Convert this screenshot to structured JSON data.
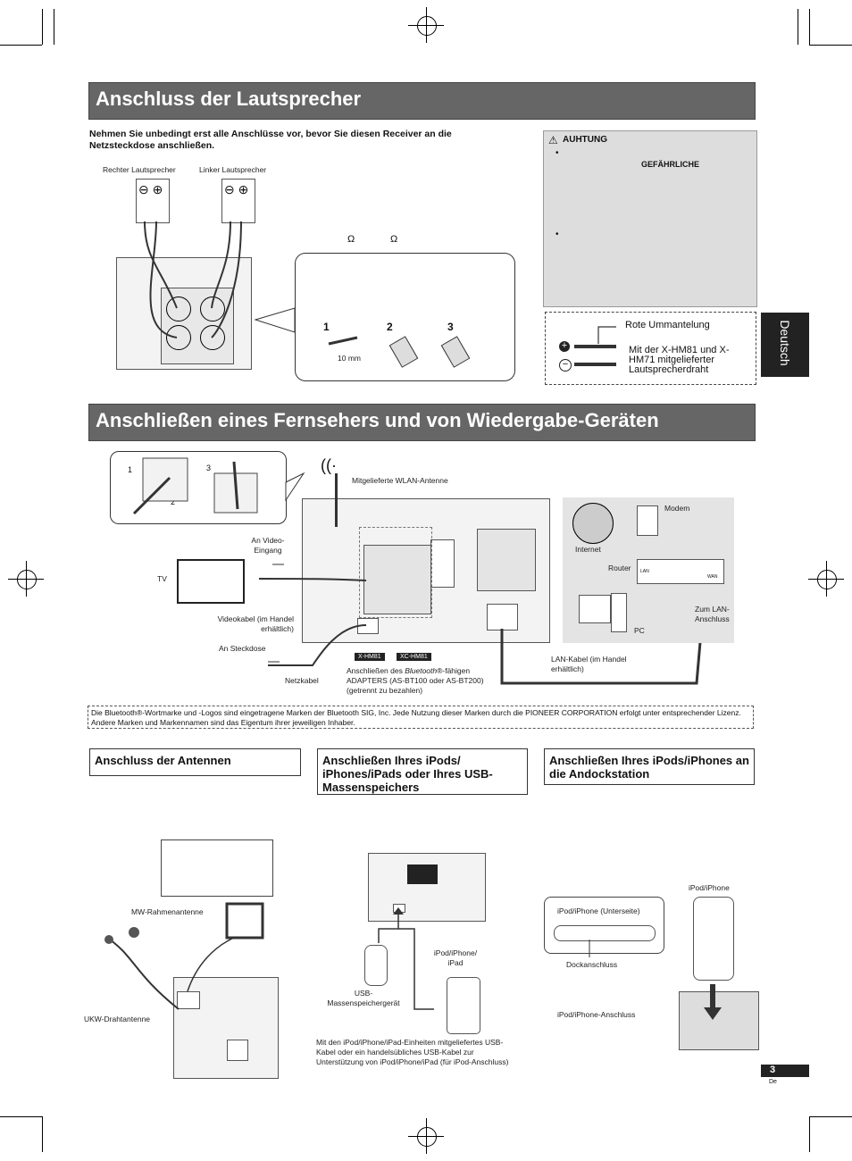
{
  "section1": {
    "title": "Anschluss der Lautsprecher",
    "intro": "Nehmen Sie unbedingt erst alle Anschlüsse vor, bevor Sie diesen Receiver an die Netzsteckdose anschließen.",
    "right_speaker": "Rechter Lautsprecher",
    "left_speaker": "Linker Lautsprecher",
    "ohm_symbol": "Ω",
    "steps": [
      "1",
      "2",
      "3"
    ],
    "strip_length": "10 mm"
  },
  "caution": {
    "heading": "AUHTUNG",
    "bullet": "•",
    "dangerous": "GEFÄHRLICHE"
  },
  "wire_box": {
    "red_sheath": "Rote Ummantelung",
    "supplied_wire": "Mit der X-HM81 und X-HM71 mitgelieferter Lautsprecherdraht",
    "plus": "+",
    "minus": "−"
  },
  "language_tab": "Deutsch",
  "section2": {
    "title": "Anschließen eines Fernsehers und von Wiedergabe-Geräten",
    "steps": [
      "1",
      "2",
      "3"
    ],
    "wlan_antenna": "Mitgelieferte WLAN-Antenne",
    "video_input": "An Video-Eingang",
    "tv": "TV",
    "video_cable": "Videokabel (im Handel erhältlich)",
    "to_outlet": "An Steckdose",
    "power_cable": "Netzkabel",
    "model1": "X-HM81",
    "model2": "XC-HM81",
    "bt_adapter_pre": "Anschließen des ",
    "bt_italic": "Bluetooth",
    "bt_adapter_post": "®-fähigen ADAPTERS (AS-BT100 oder AS-BT200) (getrennt zu bezahlen)",
    "lan_cable": "LAN-Kabel (im Handel erhältlich)",
    "internet": "Internet",
    "modem": "Modem",
    "router": "Router",
    "pc": "PC",
    "to_lan": "Zum LAN-Anschluss",
    "lan_port": "LAN",
    "wan_port": "WAN"
  },
  "trademark": "Die Bluetooth®-Wortmarke und -Logos sind eingetragene Marken der Bluetooth SIG, Inc. Jede Nutzung dieser Marken durch die PIONEER CORPORATION erfolgt unter entsprechender Lizenz. Andere Marken und Markennamen sind das Eigentum ihrer jeweiligen Inhaber.",
  "antennas": {
    "title": "Anschluss der Antennen",
    "am_loop": "MW-Rahmenantenne",
    "fm_wire": "UKW-Drahtantenne"
  },
  "ipod_usb": {
    "title": "Anschließen Ihres iPods/ iPhones/iPads oder Ihres USB-Massenspeichers",
    "usb_storage": "USB-Massenspeichergerät",
    "ipod_iphone_ipad": "iPod/iPhone/ iPad",
    "note": "Mit den iPod/iPhone/iPad-Einheiten mitgeliefertes USB-Kabel oder ein handelsübliches USB-Kabel zur Unterstützung von iPod/iPhone/iPad (für iPod-Anschluss)"
  },
  "dock": {
    "title": "Anschließen Ihres iPods/iPhones an die Andockstation",
    "ipod_iphone": "iPod/iPhone",
    "underside": "iPod/iPhone (Unterseite)",
    "dock_connector": "Dockanschluss",
    "connector": "iPod/iPhone-Anschluss"
  },
  "page_number": "3",
  "page_lang": "De"
}
